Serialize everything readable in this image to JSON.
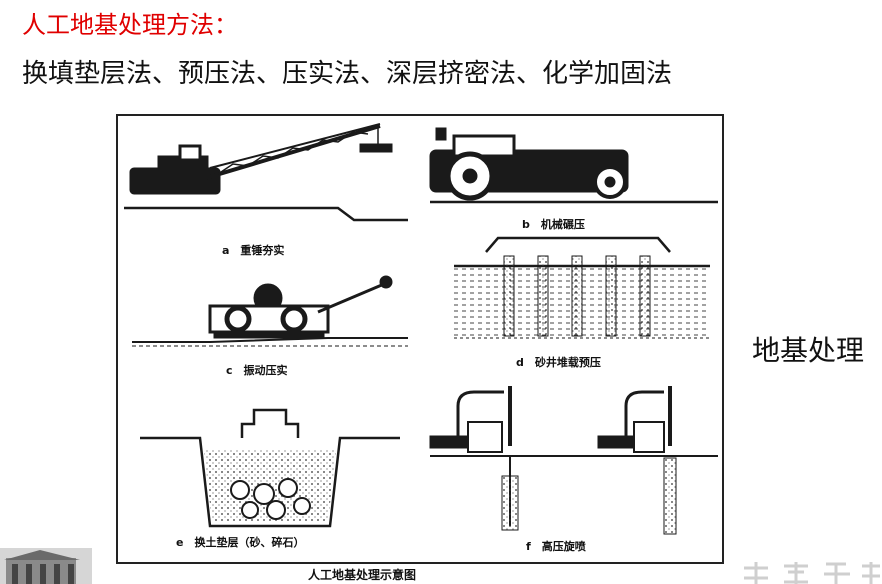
{
  "heading": {
    "title": "人工地基处理方法：",
    "methods": "换填垫层法、预压法、压实法、深层挤密法、化学加固法"
  },
  "side_label": "地基处理",
  "figure": {
    "panels": [
      {
        "id": "a",
        "caption": "a　重锤夯实"
      },
      {
        "id": "b",
        "caption": "b　机械碾压"
      },
      {
        "id": "c",
        "caption": "c　振动压实"
      },
      {
        "id": "d",
        "caption": "d　砂井堆载预压"
      },
      {
        "id": "e",
        "caption": "e　换土垫层（砂、碎石）"
      },
      {
        "id": "f",
        "caption": "f　高压旋喷"
      }
    ],
    "caption": "人工地基处理示意图"
  },
  "colors": {
    "title": "#e00000",
    "text": "#111111",
    "drawing": "#1a1a1a"
  },
  "icons": {
    "logo": "building-photo-icon",
    "watermark": "watermark-glyph"
  }
}
